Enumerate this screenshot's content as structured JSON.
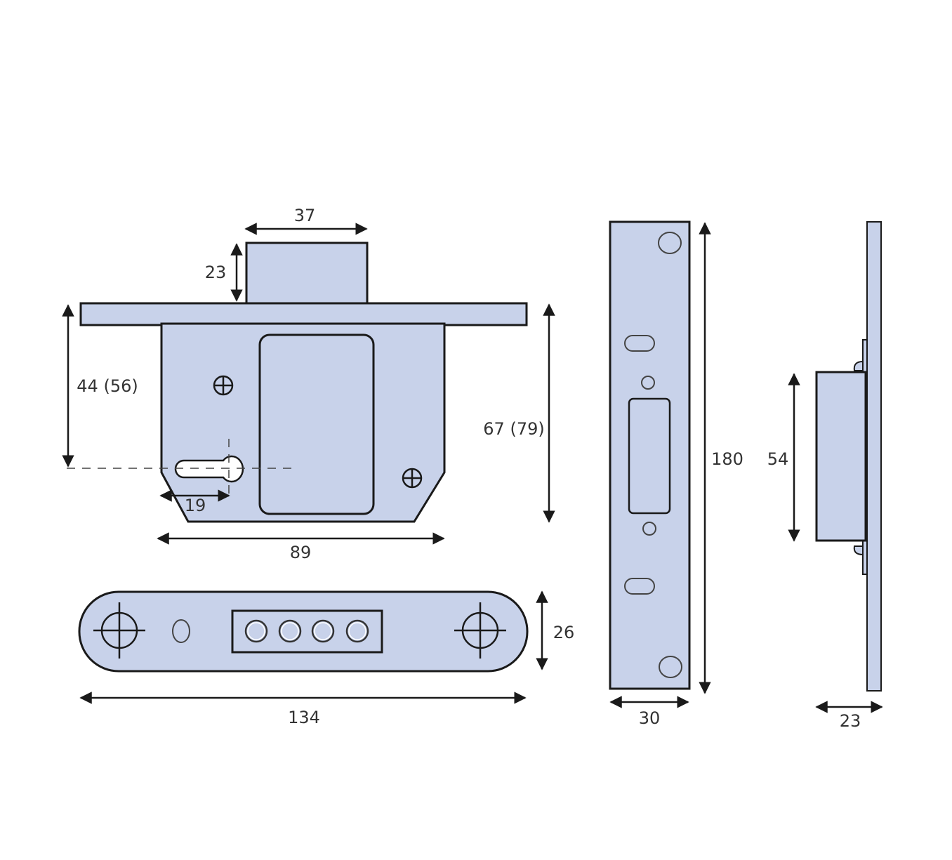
{
  "diagram": {
    "title": "",
    "fill_color": "#C8D2EA",
    "stroke_color": "#1A1A1A",
    "views": {
      "lock_body_side": {
        "dims": {
          "bolt_width": "37",
          "bolt_throw": "23",
          "backset": "44 (56)",
          "body_height": "67 (79)",
          "keyhole_offset": "19",
          "body_width": "89"
        }
      },
      "forend_plate": {
        "dims": {
          "length": "134",
          "height": "26"
        }
      },
      "strike_plate_front": {
        "dims": {
          "height": "180",
          "width": "30"
        }
      },
      "strike_box_side": {
        "dims": {
          "box_height": "54",
          "depth": "23"
        }
      }
    }
  }
}
